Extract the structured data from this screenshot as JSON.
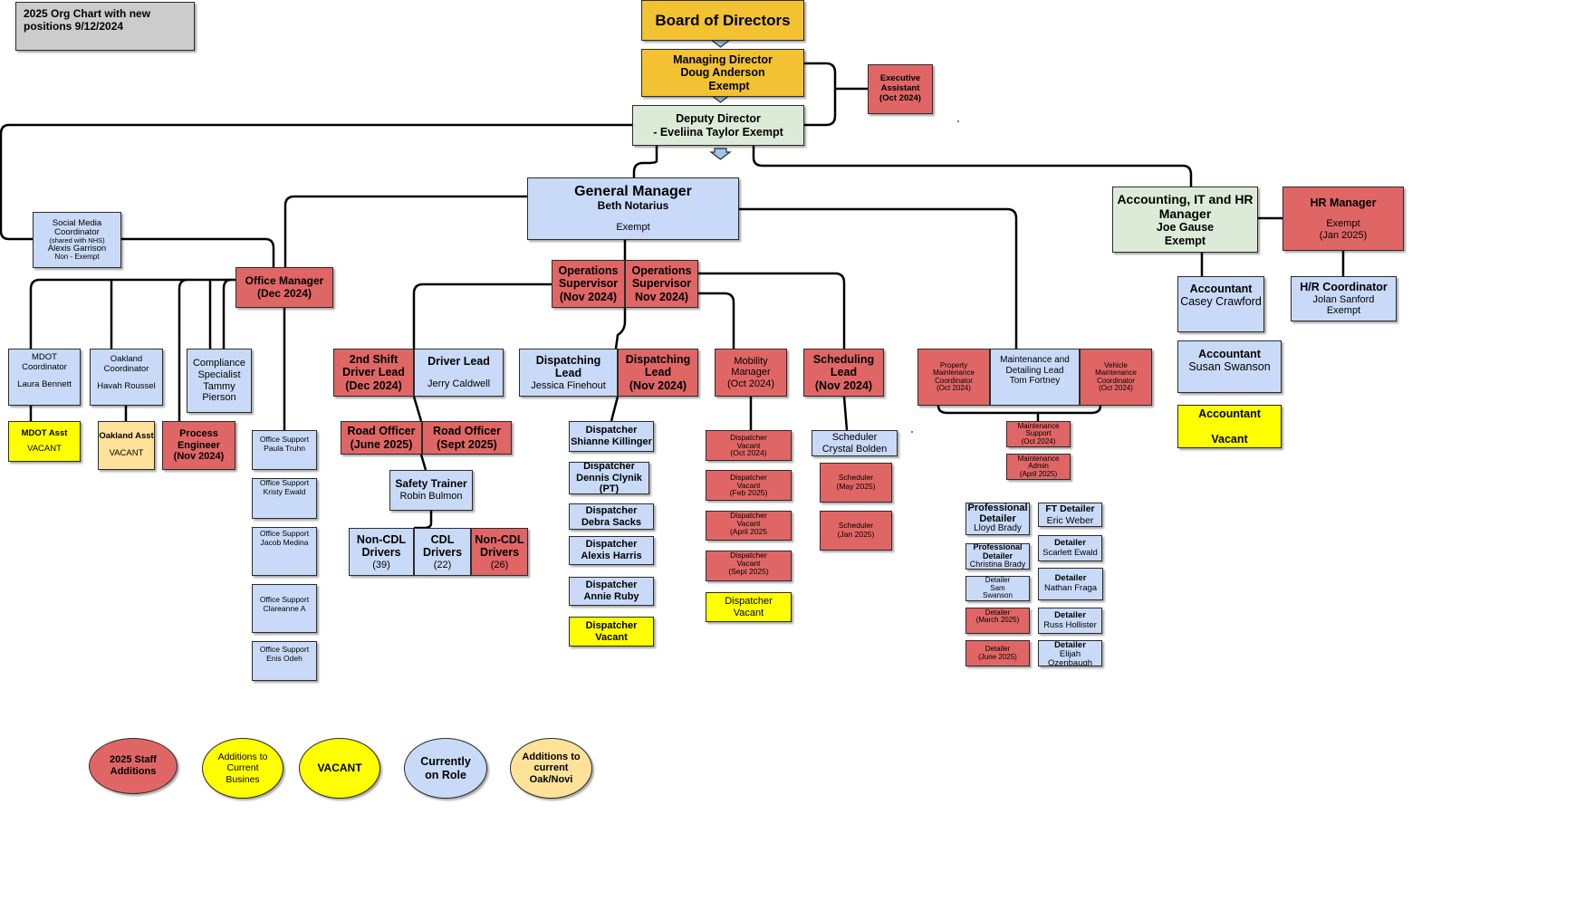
{
  "colors": {
    "gold": "#f2c232",
    "green": "#dcebd8",
    "blue": "#c9daf8",
    "red": "#e06666",
    "yellow": "#ffff00",
    "peach": "#ffe29a",
    "gray": "#cccccc",
    "line": "#000000",
    "arrow": "#9fc5e8"
  },
  "header": {
    "title_line1": "2025 Org Chart with new",
    "title_line2": "positions 9/12/2024"
  },
  "board": {
    "title": "Board of Directors"
  },
  "md": {
    "l1": "Managing Director",
    "l2": "Doug Anderson",
    "l3": "Exempt"
  },
  "exec_asst": {
    "l1": "Executive",
    "l2": "Assistant",
    "l3": "(Oct 2024)"
  },
  "deputy": {
    "l1": "Deputy Director",
    "l2": "-  Eveliina Taylor  Exempt"
  },
  "gm": {
    "title": "General Manager",
    "name": "Beth Notarius",
    "status": "Exempt"
  },
  "social": {
    "l1": "Social Media",
    "l2": "Coordinator",
    "l3": "(shared with NHS)",
    "l4": "Alexis Garrison",
    "l5": "Non - Exempt"
  },
  "office_mgr": {
    "l1": "Office Manager",
    "l2": "(Dec 2024)"
  },
  "mdot_coord": {
    "l1": "MDOT",
    "l2": "Coordinator",
    "l3": "Laura Bennett"
  },
  "oakland_coord": {
    "l1": "Oakland",
    "l2": "Coordinator",
    "l3": "Havah Roussel"
  },
  "compliance": {
    "l1": "Compliance",
    "l2": "Specialist",
    "l3": "Tammy",
    "l4": "Pierson"
  },
  "mdot_asst": {
    "l1": "MDOT Asst",
    "l2": "VACANT"
  },
  "oakland_asst": {
    "l1": "Oakland  Asst",
    "l2": "VACANT"
  },
  "process_eng": {
    "l1": "Process",
    "l2": "Engineer",
    "l3": "(Nov 2024)"
  },
  "office_support": [
    {
      "l1": "Office Support",
      "l2": "Paula Truhn"
    },
    {
      "l1": "Office Support",
      "l2": "Kristy Ewald"
    },
    {
      "l1": "Office Support",
      "l2": "Jacob Medina"
    },
    {
      "l1": "Office Support",
      "l2": "Clareanne A"
    },
    {
      "l1": "Office Support",
      "l2": "Enis Odeh"
    }
  ],
  "ops_sup1": {
    "l1": "Operations",
    "l2": "Supervisor",
    "l3": "(Nov 2024)"
  },
  "ops_sup2": {
    "l1": "Operations",
    "l2": "Supervisor",
    "l3": "Nov 2024)"
  },
  "second_shift": {
    "l1": "2nd Shift",
    "l2": "Driver Lead",
    "l3": "(Dec 2024)"
  },
  "driver_lead": {
    "l1": "Driver Lead",
    "l2": "Jerry Caldwell"
  },
  "road_officer1": {
    "l1": "Road Officer",
    "l2": "(June 2025)"
  },
  "road_officer2": {
    "l1": "Road Officer",
    "l2": "(Sept 2025)"
  },
  "safety": {
    "l1": "Safety Trainer",
    "l2": "Robin Bulmon"
  },
  "drivers": [
    {
      "l1": "Non-CDL",
      "l2": "Drivers",
      "l3": "(39)"
    },
    {
      "l1": "CDL",
      "l2": "Drivers",
      "l3": "(22)"
    },
    {
      "l1": "Non-CDL",
      "l2": "Drivers",
      "l3": "(26)"
    }
  ],
  "disp_lead1": {
    "l1": "Dispatching",
    "l2": "Lead",
    "l3": "Jessica Finehout"
  },
  "disp_lead2": {
    "l1": "Dispatching",
    "l2": "Lead",
    "l3": "(Nov 2024)"
  },
  "dispatchers": [
    {
      "l1": "Dispatcher",
      "l2": "Shianne Killinger"
    },
    {
      "l1": "Dispatcher",
      "l2": "Dennis Clynik",
      "l3": "(PT)"
    },
    {
      "l1": "Dispatcher",
      "l2": "Debra Sacks"
    },
    {
      "l1": "Dispatcher",
      "l2": "Alexis Harris"
    },
    {
      "l1": "Dispatcher",
      "l2": "Annie Ruby"
    },
    {
      "l1": "Dispatcher",
      "l2": "Vacant"
    }
  ],
  "mobility": {
    "l1": "Mobility",
    "l2": "Manager",
    "l3": "(Oct 2024)"
  },
  "mobility_dispatchers": [
    {
      "l1": "Dispatcher",
      "l2": "Vacant",
      "l3": "(Oct 2024)"
    },
    {
      "l1": "Dispatcher",
      "l2": "Vacant",
      "l3": "(Feb 2025)"
    },
    {
      "l1": "Dispatcher",
      "l2": "Vacant",
      "l3": "(April 2025"
    },
    {
      "l1": "Dispatcher",
      "l2": "Vacant",
      "l3": "(Sept 2025)"
    },
    {
      "l1": "Dispatcher",
      "l2": "Vacant"
    }
  ],
  "sched_lead": {
    "l1": "Scheduling",
    "l2": "Lead",
    "l3": "(Nov 2024)"
  },
  "scheduler": {
    "l1": "Scheduler",
    "l2": "Crystal Bolden"
  },
  "schedulers_new": [
    {
      "l1": "Scheduler",
      "l2": "(May 2025)"
    },
    {
      "l1": "Scheduler",
      "l2": "(Jan 2025)"
    }
  ],
  "prop_maint": {
    "l1": "Property",
    "l2": "Maintenance",
    "l3": "Coordinator",
    "l4": "(Oct 2024)"
  },
  "maint_lead": {
    "l1": "Maintenance and",
    "l2": "Detailing Lead",
    "l3": "Tom Fortney"
  },
  "veh_maint": {
    "l1": "Vehicle",
    "l2": "Maintenance",
    "l3": "Coordinator",
    "l4": "(Oct 2024)"
  },
  "maint_support": {
    "l1": "Maintenance",
    "l2": "Support",
    "l3": "(Oct 2024)"
  },
  "maint_admin": {
    "l1": "Maintenance",
    "l2": "Admin",
    "l3": "(April 2025)"
  },
  "detailers_left": [
    {
      "l1": "Professional",
      "l2": "Detailer",
      "l3": "Lloyd Brady"
    },
    {
      "l1": "Professional",
      "l2": "Detailer",
      "l3": "Christina Brady"
    },
    {
      "l1": "Detailer",
      "l2": "Sam",
      "l3": "Swanson"
    },
    {
      "l1": "Detailer",
      "l2": "(March 2025)"
    },
    {
      "l1": "Detailer",
      "l2": "(June 2025)"
    }
  ],
  "detailers_right": [
    {
      "l1": "FT Detailer",
      "l2": "Eric Weber"
    },
    {
      "l1": "Detailer",
      "l2": "Scarlett Ewald"
    },
    {
      "l1": "Detailer",
      "l2": "Nathan Fraga"
    },
    {
      "l1": "Detailer",
      "l2": "Russ Hollister"
    },
    {
      "l1": "Detailer",
      "l2": "Elijah",
      "l3": "Ozenbaugh"
    }
  ],
  "accounting": {
    "l1": "Accounting, IT and HR",
    "l2": "Manager",
    "l3": "Joe Gause",
    "l4": "Exempt"
  },
  "hr_mgr": {
    "l1": "HR Manager",
    "l2": "Exempt",
    "l3": "(Jan 2025)"
  },
  "accountant1": {
    "l1": "Accountant",
    "l2": "Casey Crawford"
  },
  "accountant2": {
    "l1": "Accountant",
    "l2": "Susan Swanson"
  },
  "accountant3": {
    "l1": "Accountant",
    "l2": "Vacant"
  },
  "hr_coord": {
    "l1": "H/R Coordinator",
    "l2": "Jolan Sanford",
    "l3": "Exempt"
  },
  "legend": [
    {
      "l1": "2025 Staff",
      "l2": "Additions"
    },
    {
      "l1": "Additions to",
      "l2": "Current",
      "l3": "Busines"
    },
    {
      "l1": "VACANT"
    },
    {
      "l1": "Currently",
      "l2": "on Role"
    },
    {
      "l1": "Additions to",
      "l2": "current",
      "l3": "Oak/Novi"
    }
  ]
}
